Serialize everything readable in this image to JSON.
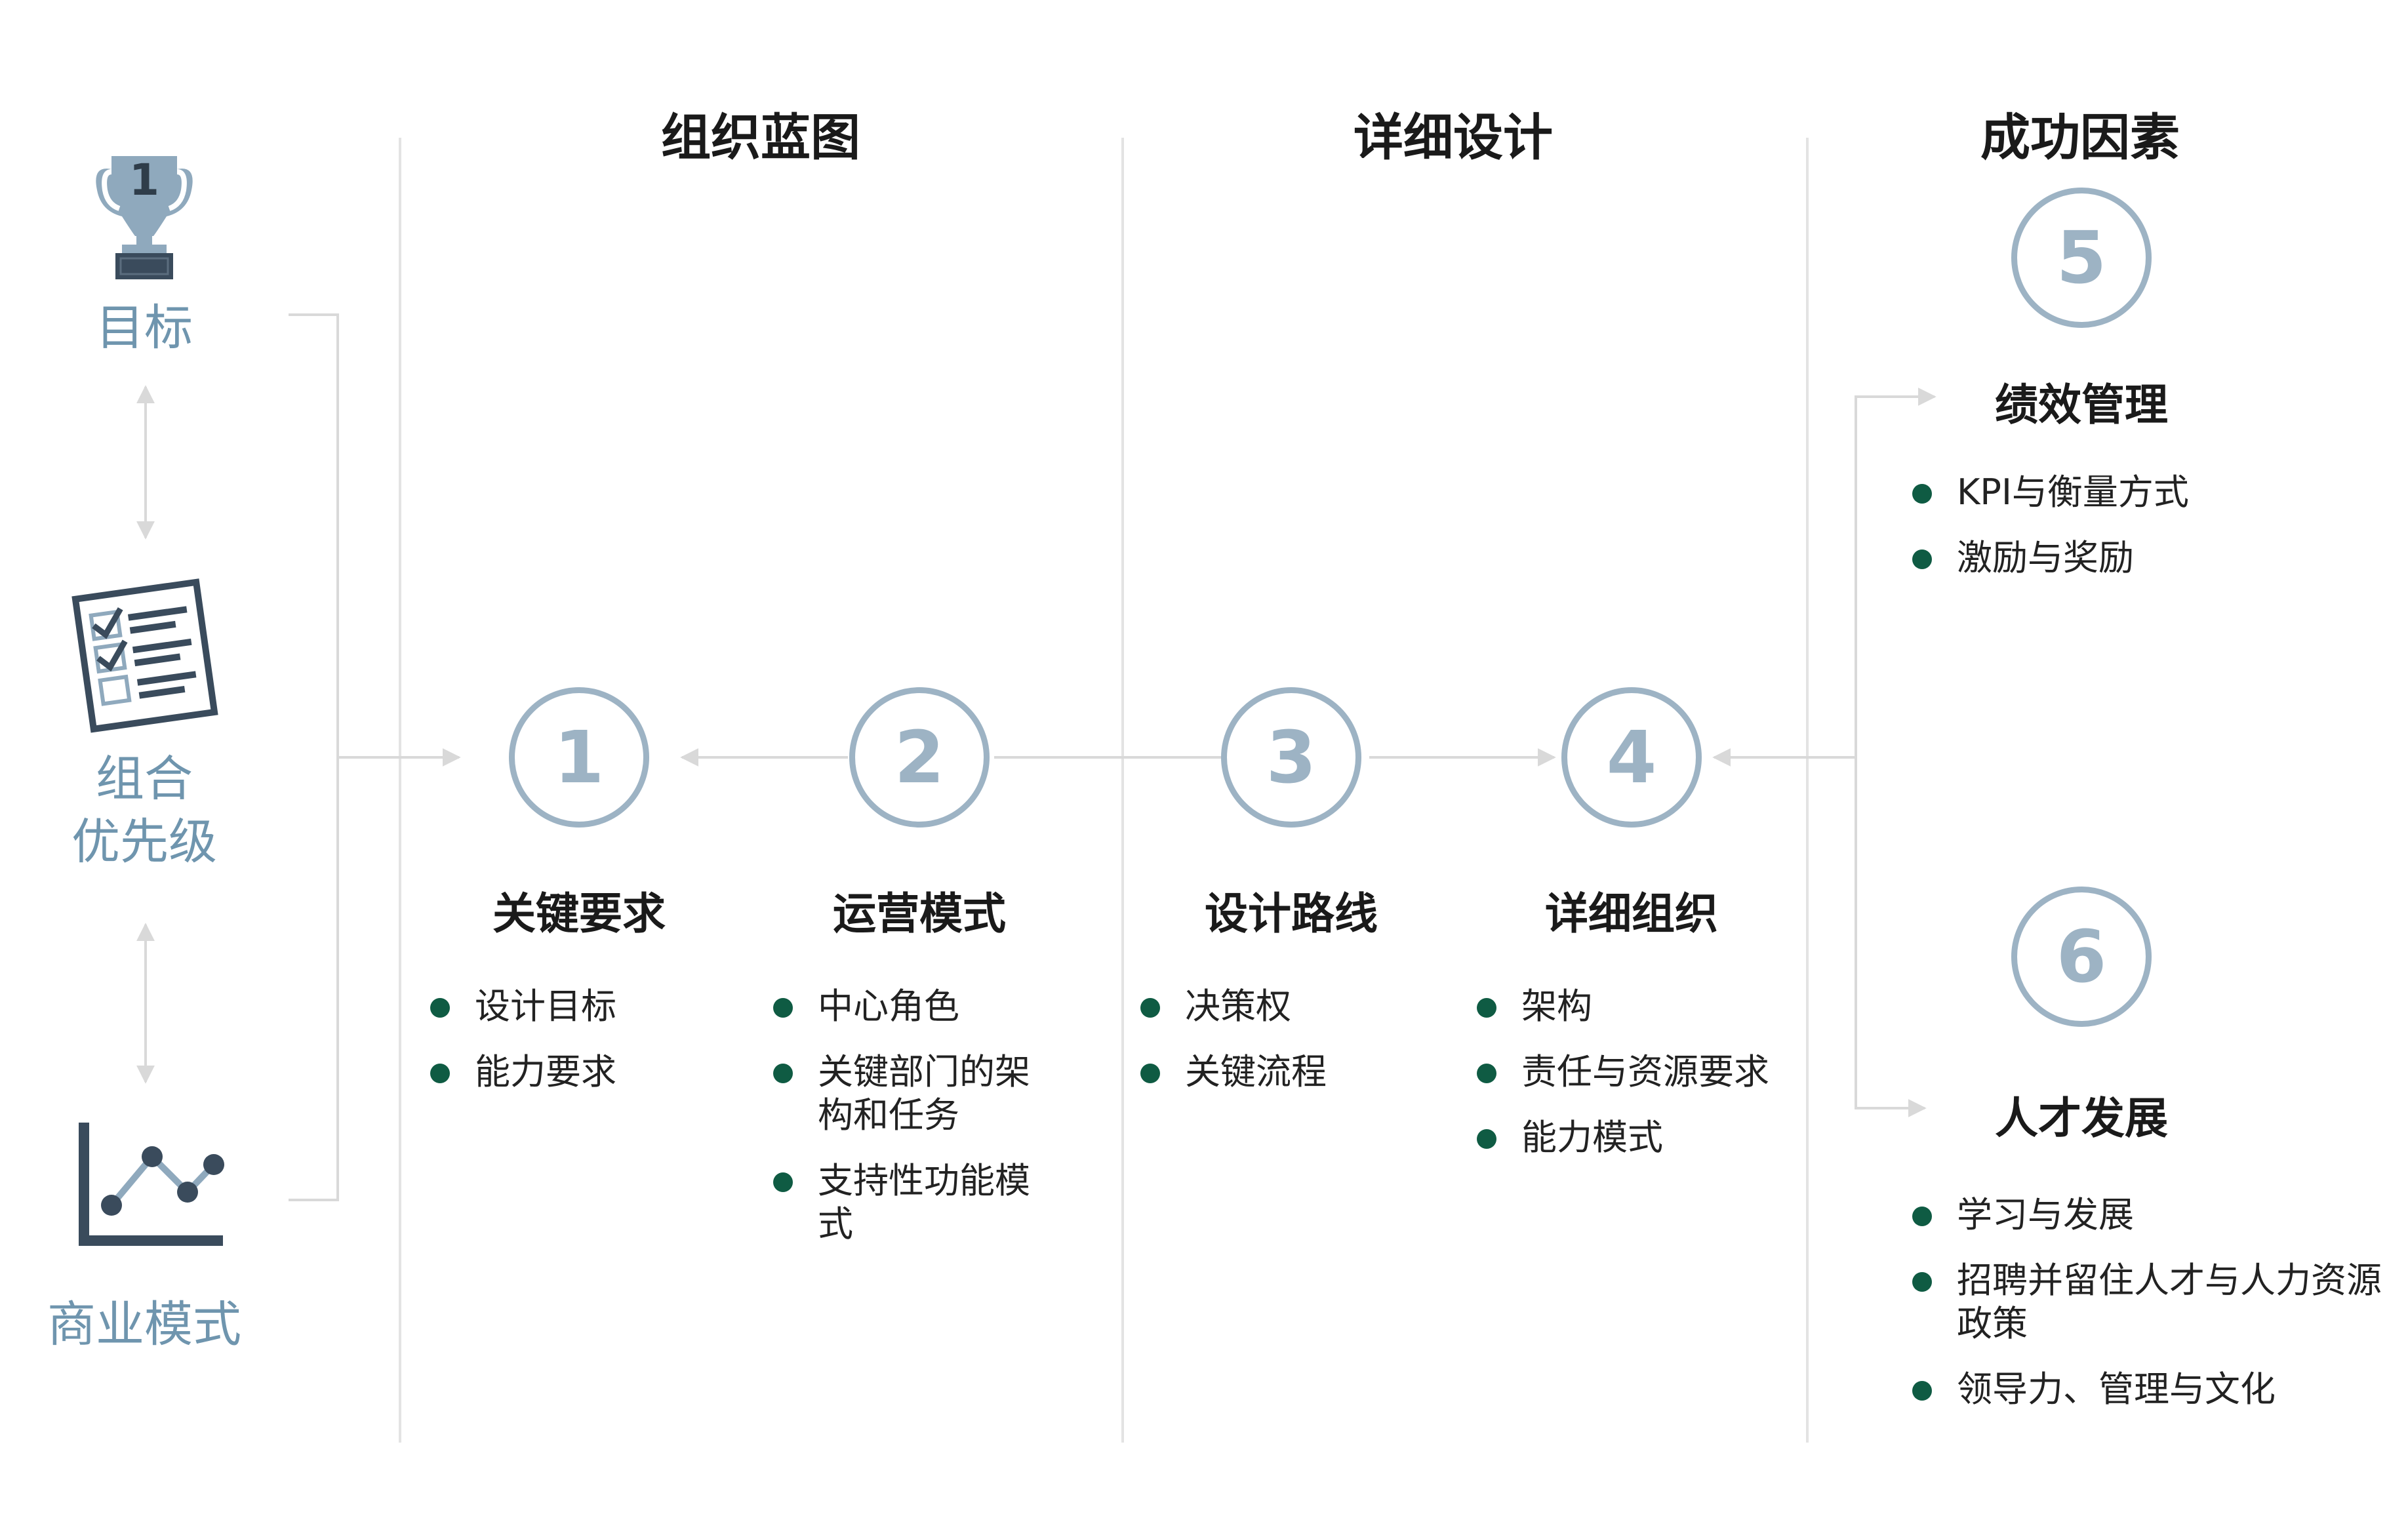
{
  "columns": {
    "blueprint": "组织蓝图",
    "detail": "详细设计",
    "success": "成功因素"
  },
  "left": {
    "goal": {
      "label": "目标",
      "icon": "trophy-icon",
      "badge": "1"
    },
    "portfolio": {
      "label_line1": "组合",
      "label_line2": "优先级",
      "icon": "checklist-icon"
    },
    "business": {
      "label": "商业模式",
      "icon": "line-chart-icon"
    }
  },
  "steps": [
    {
      "number": "1",
      "title": "关键要求",
      "items": [
        "设计目标",
        "能力要求"
      ]
    },
    {
      "number": "2",
      "title": "运营模式",
      "items": [
        "中心角色",
        "关键部门的架构和任务",
        "支持性功能模式"
      ]
    },
    {
      "number": "3",
      "title": "设计路线",
      "items": [
        "决策权",
        "关键流程"
      ]
    },
    {
      "number": "4",
      "title": "详细组织",
      "items": [
        "架构",
        "责任与资源要求",
        "能力模式"
      ]
    },
    {
      "number": "5",
      "title": "绩效管理",
      "items": [
        "KPI与衡量方式",
        "激励与奖励"
      ]
    },
    {
      "number": "6",
      "title": "人才发展",
      "items": [
        "学习与发展",
        "招聘并留住人才与人力资源政策",
        "领导力、管理与文化"
      ]
    }
  ],
  "colors": {
    "accent": "#6f95ae",
    "circle": "#9db3c4",
    "bullet": "#0f5b43",
    "icon_dark": "#3a4b5c",
    "line": "#d9d9d9"
  }
}
